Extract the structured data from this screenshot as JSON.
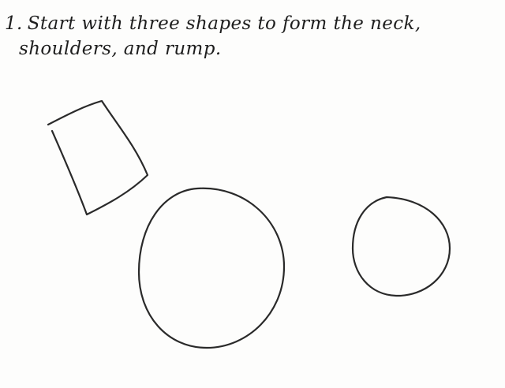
{
  "instruction": {
    "step_number": "1.",
    "line1": "Start with three shapes to form the neck,",
    "line2": "shoulders, and rump."
  },
  "icons": {
    "neck": "trapezoid-sketch-icon",
    "shoulders": "large-circle-sketch-icon",
    "rump": "small-circle-sketch-icon"
  },
  "colors": {
    "paper": "#fdfdfc",
    "pencil": "#2a2a2a"
  }
}
